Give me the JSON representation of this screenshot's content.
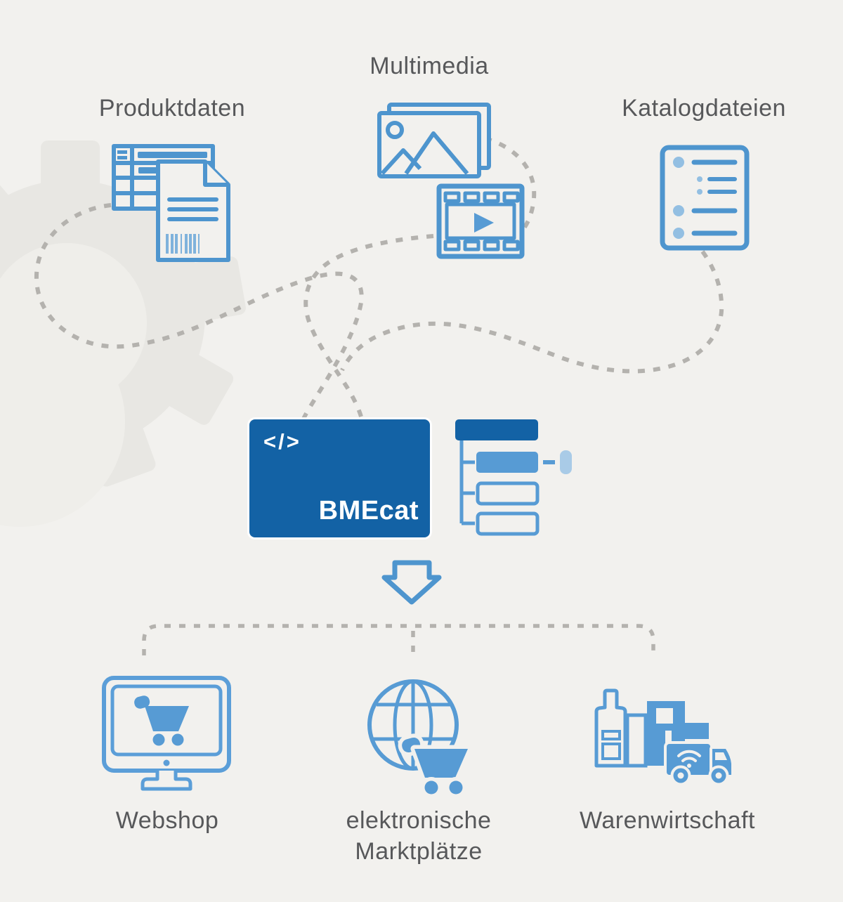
{
  "diagram": {
    "sources": [
      {
        "id": "produktdaten",
        "label": "Produktdaten"
      },
      {
        "id": "multimedia",
        "label": "Multimedia"
      },
      {
        "id": "katalogdateien",
        "label": "Katalogdateien"
      }
    ],
    "converter": {
      "name": "BMEcat",
      "code_glyph": "</>"
    },
    "targets": [
      {
        "id": "webshop",
        "label": "Webshop"
      },
      {
        "id": "marktplaetze",
        "label_line1": "elektronische",
        "label_line2": "Marktplätze"
      },
      {
        "id": "warenwirtschaft",
        "label": "Warenwirtschaft"
      }
    ],
    "colors": {
      "background": "#f2f1ee",
      "gear_gray": "#e8e7e3",
      "gear_inner_gray": "#efeeea",
      "dash_gray": "#b4b2ae",
      "icon_stroke_blue": "#4e95ce",
      "icon_fill_blue": "#579bd4",
      "light_blue": "#9ac4e5",
      "dark_blue": "#1362a5",
      "text_gray": "#57585a"
    }
  }
}
